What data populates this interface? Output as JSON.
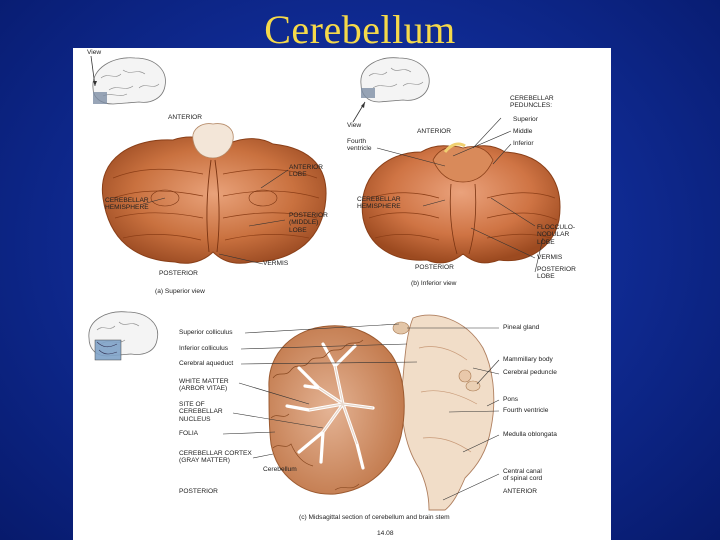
{
  "slide": {
    "title": "Cerebellum"
  },
  "panel_a": {
    "view_label": "View",
    "anterior": "ANTERIOR",
    "posterior": "POSTERIOR",
    "anterior_lobe": "ANTERIOR\nLOBE",
    "cerebellar_hemisphere": "CEREBELLAR\nHEMISPHERE",
    "posterior_lobe": "POSTERIOR\n(MIDDLE)\nLOBE",
    "vermis": "VERMIS",
    "caption": "(a) Superior view"
  },
  "panel_b": {
    "view_label": "View",
    "anterior": "ANTERIOR",
    "posterior": "POSTERIOR",
    "peduncles": "CEREBELLAR\nPEDUNCLES:",
    "superior": "Superior",
    "middle": "Middle",
    "inferior": "Inferior",
    "fourth_ventricle": "Fourth\nventricle",
    "cerebellar_hemisphere": "CEREBELLAR\nHEMISPHERE",
    "flocculonodular": "FLOCCULO-\nNODULAR\nLOBE",
    "vermis": "VERMIS",
    "posterior_lobe": "POSTERIOR\nLOBE",
    "caption": "(b) Inferior view"
  },
  "panel_c": {
    "superior_colliculus": "Superior colliculus",
    "inferior_colliculus": "Inferior colliculus",
    "cerebral_aqueduct": "Cerebral aqueduct",
    "white_matter": "WHITE MATTER\n(ARBOR VITAE)",
    "site_nucleus": "SITE OF\nCEREBELLAR\nNUCLEUS",
    "folia": "FOLIA",
    "cortex": "CEREBELLAR CORTEX\n(GRAY MATTER)",
    "cerebellum": "Cerebellum",
    "posterior": "POSTERIOR",
    "pineal": "Pineal gland",
    "mammillary": "Mammillary body",
    "peduncle": "Cerebral peduncle",
    "pons": "Pons",
    "fourth_ventricle": "Fourth ventricle",
    "medulla": "Medulla oblongata",
    "central_canal": "Central canal\nof spinal cord",
    "anterior": "ANTERIOR",
    "caption": "(c) Midsagittal section of cerebellum and brain stem",
    "figure_number": "14.08"
  }
}
